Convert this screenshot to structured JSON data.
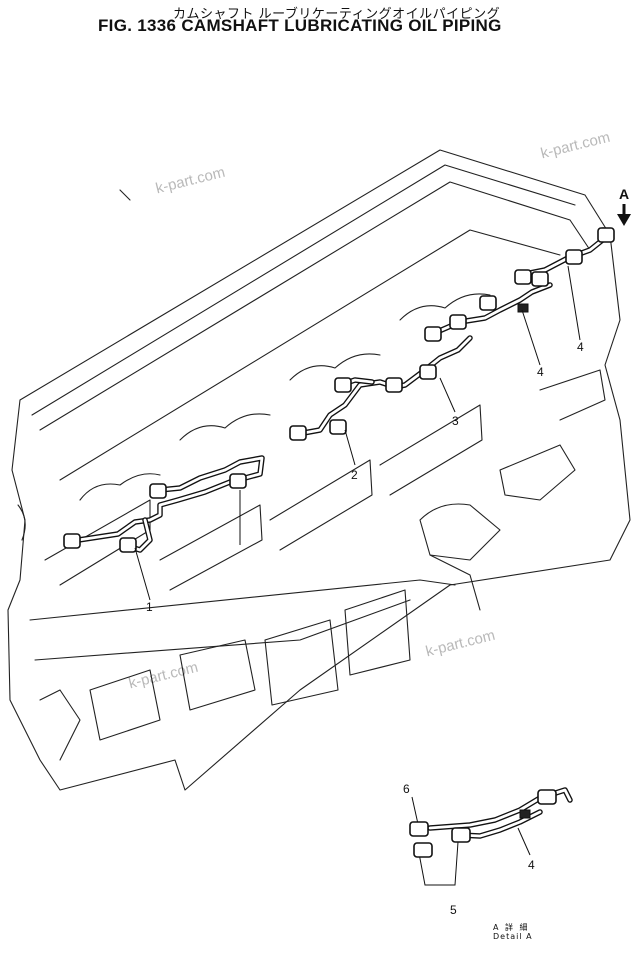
{
  "title_jp": "カムシャフト ルーブリケーティングオイルパイピング",
  "title_en": "FIG. 1336 CAMSHAFT LUBRICATING OIL PIPING",
  "watermark": "k-part.com",
  "arrow_label": "A",
  "callouts": [
    "1",
    "2",
    "3",
    "4",
    "4",
    "4",
    "5",
    "6"
  ],
  "detail_label_jp": "A 詳 細",
  "detail_label_en": "Detail A"
}
